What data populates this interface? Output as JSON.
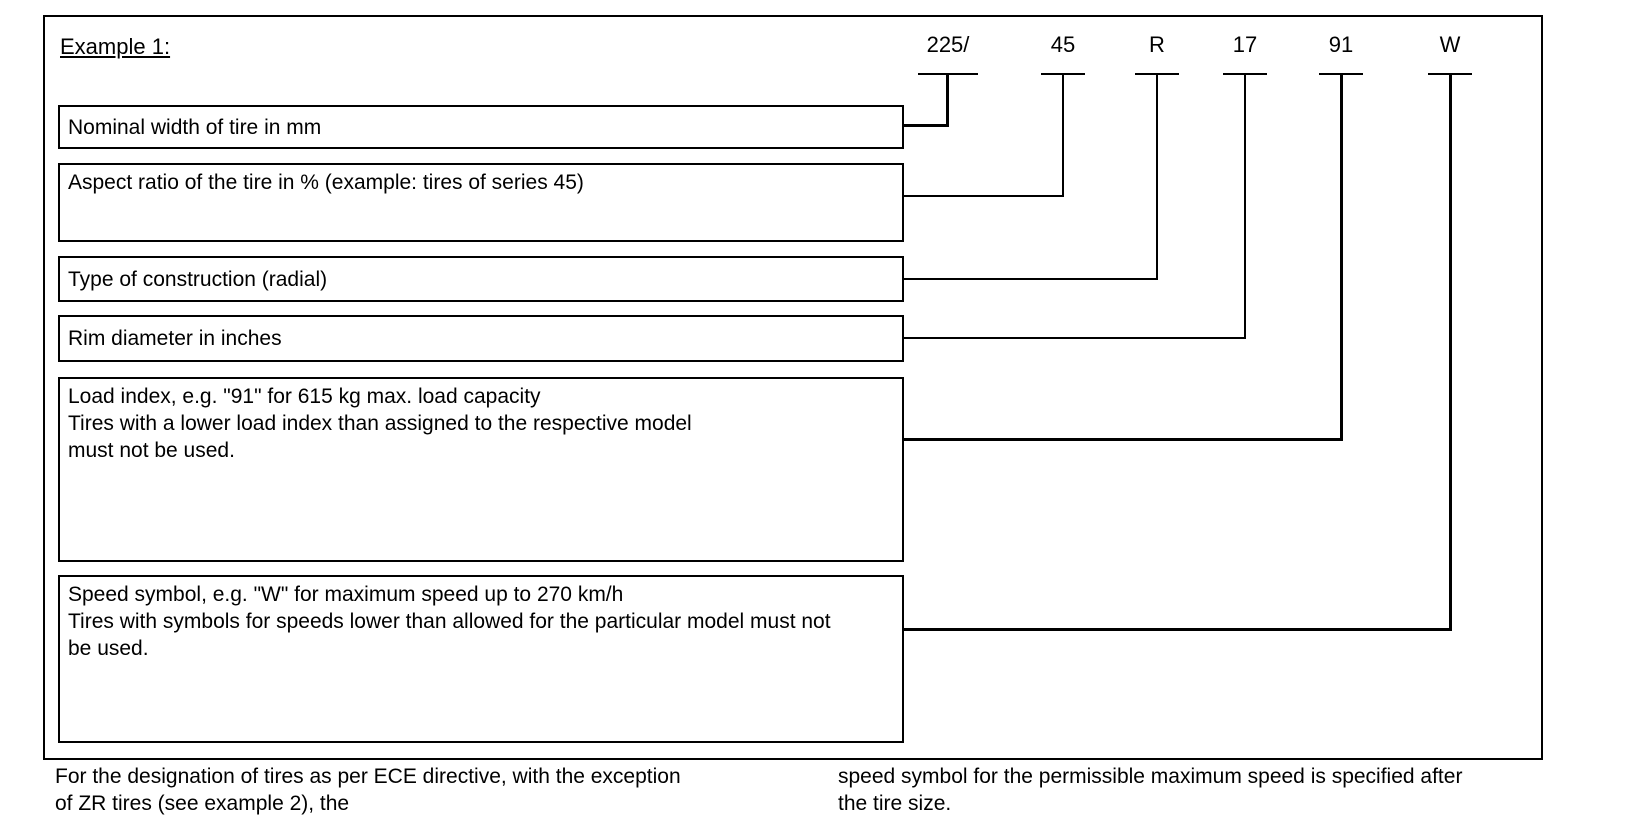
{
  "colors": {
    "ink": "#000000",
    "paper": "#ffffff"
  },
  "example_label": "Example 1:",
  "tire_code": {
    "segments": [
      {
        "text": "225/"
      },
      {
        "text": "45"
      },
      {
        "text": "R"
      },
      {
        "text": "17"
      },
      {
        "text": "91"
      },
      {
        "text": "W"
      }
    ]
  },
  "boxes": [
    {
      "text": "Nominal width of tire in mm"
    },
    {
      "text": "Aspect ratio of the tire in % (example: tires of series 45)"
    },
    {
      "text": "Type of construction (radial)"
    },
    {
      "text": "Rim diameter in inches"
    },
    {
      "text": "Load index, e.g. \"91\" for 615 kg max. load capacity\nTires with a lower load index than assigned to the respective model\nmust not be used."
    },
    {
      "text": "Speed symbol, e.g. \"W\" for maximum speed up to 270 km/h\nTires with symbols for speeds lower than allowed for the particular model must not\nbe used."
    }
  ],
  "footer": {
    "left": "For the designation of tires as per ECE directive, with the exception\nof ZR tires (see example 2), the",
    "right": "speed symbol for the permissible maximum speed is specified after\nthe tire size."
  }
}
